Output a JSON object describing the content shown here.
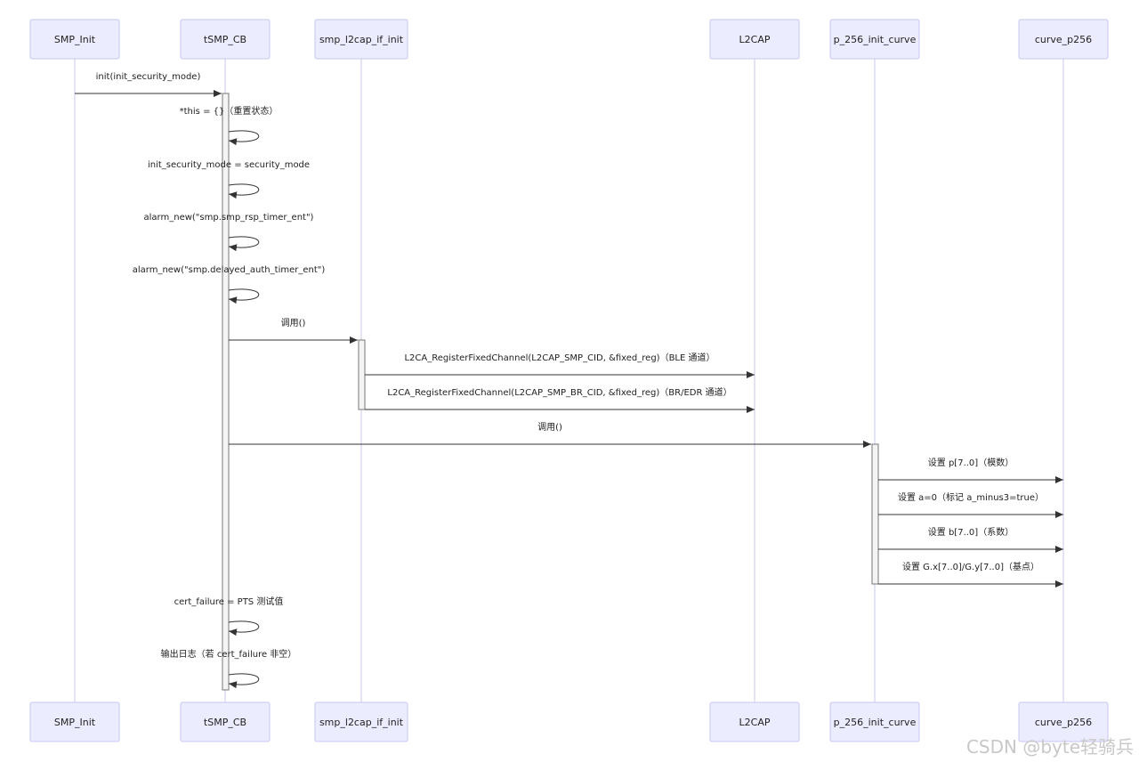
{
  "participants": [
    {
      "id": "smp_init",
      "label": "SMP_Init"
    },
    {
      "id": "tsmp_cb",
      "label": "tSMP_CB"
    },
    {
      "id": "smp_l2cap",
      "label": "smp_l2cap_if_init"
    },
    {
      "id": "l2cap",
      "label": "L2CAP"
    },
    {
      "id": "p256_curve",
      "label": "p_256_init_curve"
    },
    {
      "id": "curve_p256",
      "label": "curve_p256"
    }
  ],
  "messages": [
    {
      "from": "smp_init",
      "to": "tsmp_cb",
      "text": "init(init_security_mode)"
    },
    {
      "from": "tsmp_cb",
      "to": "tsmp_cb",
      "text": "*this = {}（重置状态）"
    },
    {
      "from": "tsmp_cb",
      "to": "tsmp_cb",
      "text": "init_security_mode = security_mode"
    },
    {
      "from": "tsmp_cb",
      "to": "tsmp_cb",
      "text": "alarm_new(\"smp.smp_rsp_timer_ent\")"
    },
    {
      "from": "tsmp_cb",
      "to": "tsmp_cb",
      "text": "alarm_new(\"smp.delayed_auth_timer_ent\")"
    },
    {
      "from": "tsmp_cb",
      "to": "smp_l2cap",
      "text": "调用()"
    },
    {
      "from": "smp_l2cap",
      "to": "l2cap",
      "text": "L2CA_RegisterFixedChannel(L2CAP_SMP_CID, &fixed_reg)（BLE 通道）"
    },
    {
      "from": "smp_l2cap",
      "to": "l2cap",
      "text": "L2CA_RegisterFixedChannel(L2CAP_SMP_BR_CID, &fixed_reg)（BR/EDR 通道）"
    },
    {
      "from": "tsmp_cb",
      "to": "p256_curve",
      "text": "调用()"
    },
    {
      "from": "p256_curve",
      "to": "curve_p256",
      "text": "设置 p[7..0]（模数）"
    },
    {
      "from": "p256_curve",
      "to": "curve_p256",
      "text": "设置 a=0（标记 a_minus3=true）"
    },
    {
      "from": "p256_curve",
      "to": "curve_p256",
      "text": "设置 b[7..0]（系数）"
    },
    {
      "from": "p256_curve",
      "to": "curve_p256",
      "text": "设置 G.x[7..0]/G.y[7..0]（基点）"
    },
    {
      "from": "tsmp_cb",
      "to": "tsmp_cb",
      "text": "cert_failure = PTS 测试值"
    },
    {
      "from": "tsmp_cb",
      "to": "tsmp_cb",
      "text": "输出日志（若 cert_failure 非空）"
    }
  ],
  "watermark": "CSDN @byte轻骑兵"
}
